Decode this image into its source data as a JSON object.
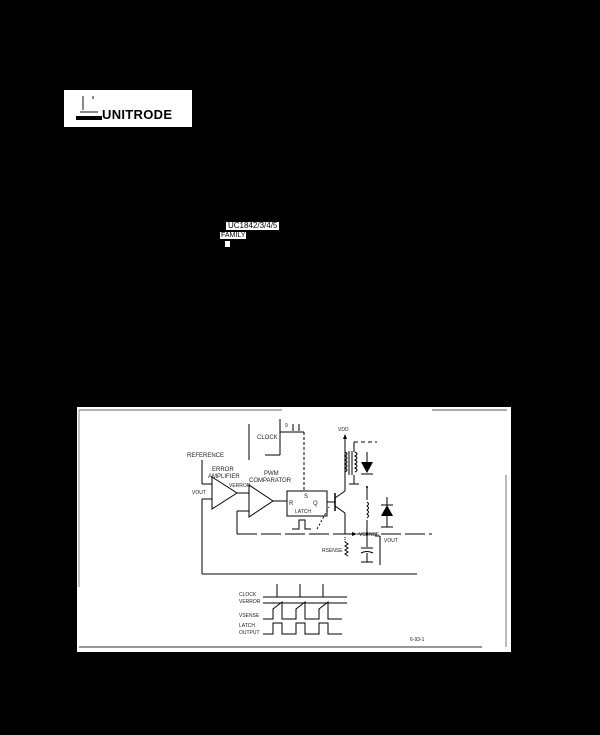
{
  "logo": {
    "brand": "UNITRODE"
  },
  "part_number": {
    "line1": "UC1842/3/4/5",
    "line2": "FAMILY"
  },
  "figure": {
    "labels": {
      "clock": "CLOCK",
      "reference": "REFERENCE",
      "error_amp_1": "ERROR",
      "error_amp_2": "AMPLIFIER",
      "pwm_1": "PWM",
      "pwm_2": "COMPARATOR",
      "verror": "VERROR",
      "vout_in": "VOUT",
      "s": "S",
      "r": "R",
      "q": "Q",
      "latch": "LATCH",
      "vdd": "VDD",
      "vsense": "VSENSE",
      "rsense": "RSENSE",
      "vout": "VOUT",
      "t_clock": "CLOCK",
      "t_verror": "VERROR",
      "t_vsense": "VSENSE",
      "t_latch_1": "LATCH",
      "t_latch_2": "OUTPUT",
      "fig_id": "6-93-1"
    }
  }
}
